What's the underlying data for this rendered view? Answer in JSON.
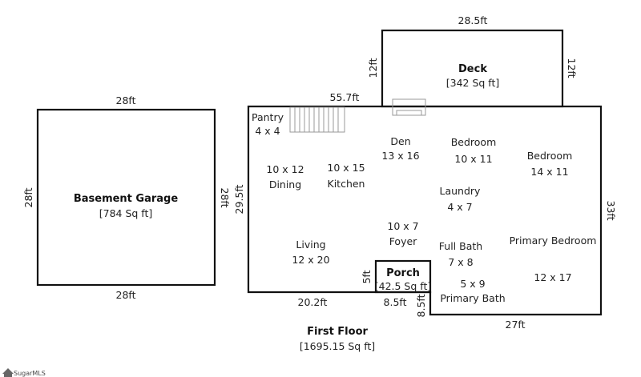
{
  "garage": {
    "name": "Basement Garage",
    "area": "[784 Sq ft]",
    "top": "28ft",
    "bottom": "28ft",
    "left": "28ft",
    "right": "28ft"
  },
  "deck": {
    "name": "Deck",
    "area": "[342 Sq ft]",
    "top": "28.5ft",
    "left": "12ft",
    "right": "12ft"
  },
  "porch": {
    "name": "Porch",
    "area": "[42.5 Sq ft]",
    "left": "5ft",
    "bottom": "8.5ft",
    "right": "8.5ft"
  },
  "first_floor": {
    "name": "First Floor",
    "area": "[1695.15 Sq ft]",
    "dims": {
      "top": "55.7ft",
      "left": "29.5ft",
      "right": "33ft",
      "bottom_left": "20.2ft",
      "bottom_right": "27ft"
    },
    "rooms": [
      {
        "name": "Pantry",
        "size": "4 x 4"
      },
      {
        "name": "Dining",
        "size": "10 x 12"
      },
      {
        "name": "Kitchen",
        "size": "10 x 15"
      },
      {
        "name": "Den",
        "size": "13 x 16"
      },
      {
        "name": "Bedroom",
        "size": "10 x 11"
      },
      {
        "name": "Bedroom",
        "size": "14 x 11"
      },
      {
        "name": "Laundry",
        "size": "4 x 7"
      },
      {
        "name": "Foyer",
        "size": "10 x 7"
      },
      {
        "name": "Living",
        "size": "12 x 20"
      },
      {
        "name": "Full Bath",
        "size": "7 x 8"
      },
      {
        "name": "Primary Bath",
        "size": "5 x 9"
      },
      {
        "name": "Primary Bedroom",
        "size": "12 x 17"
      }
    ]
  },
  "watermark": "SugarMLS"
}
